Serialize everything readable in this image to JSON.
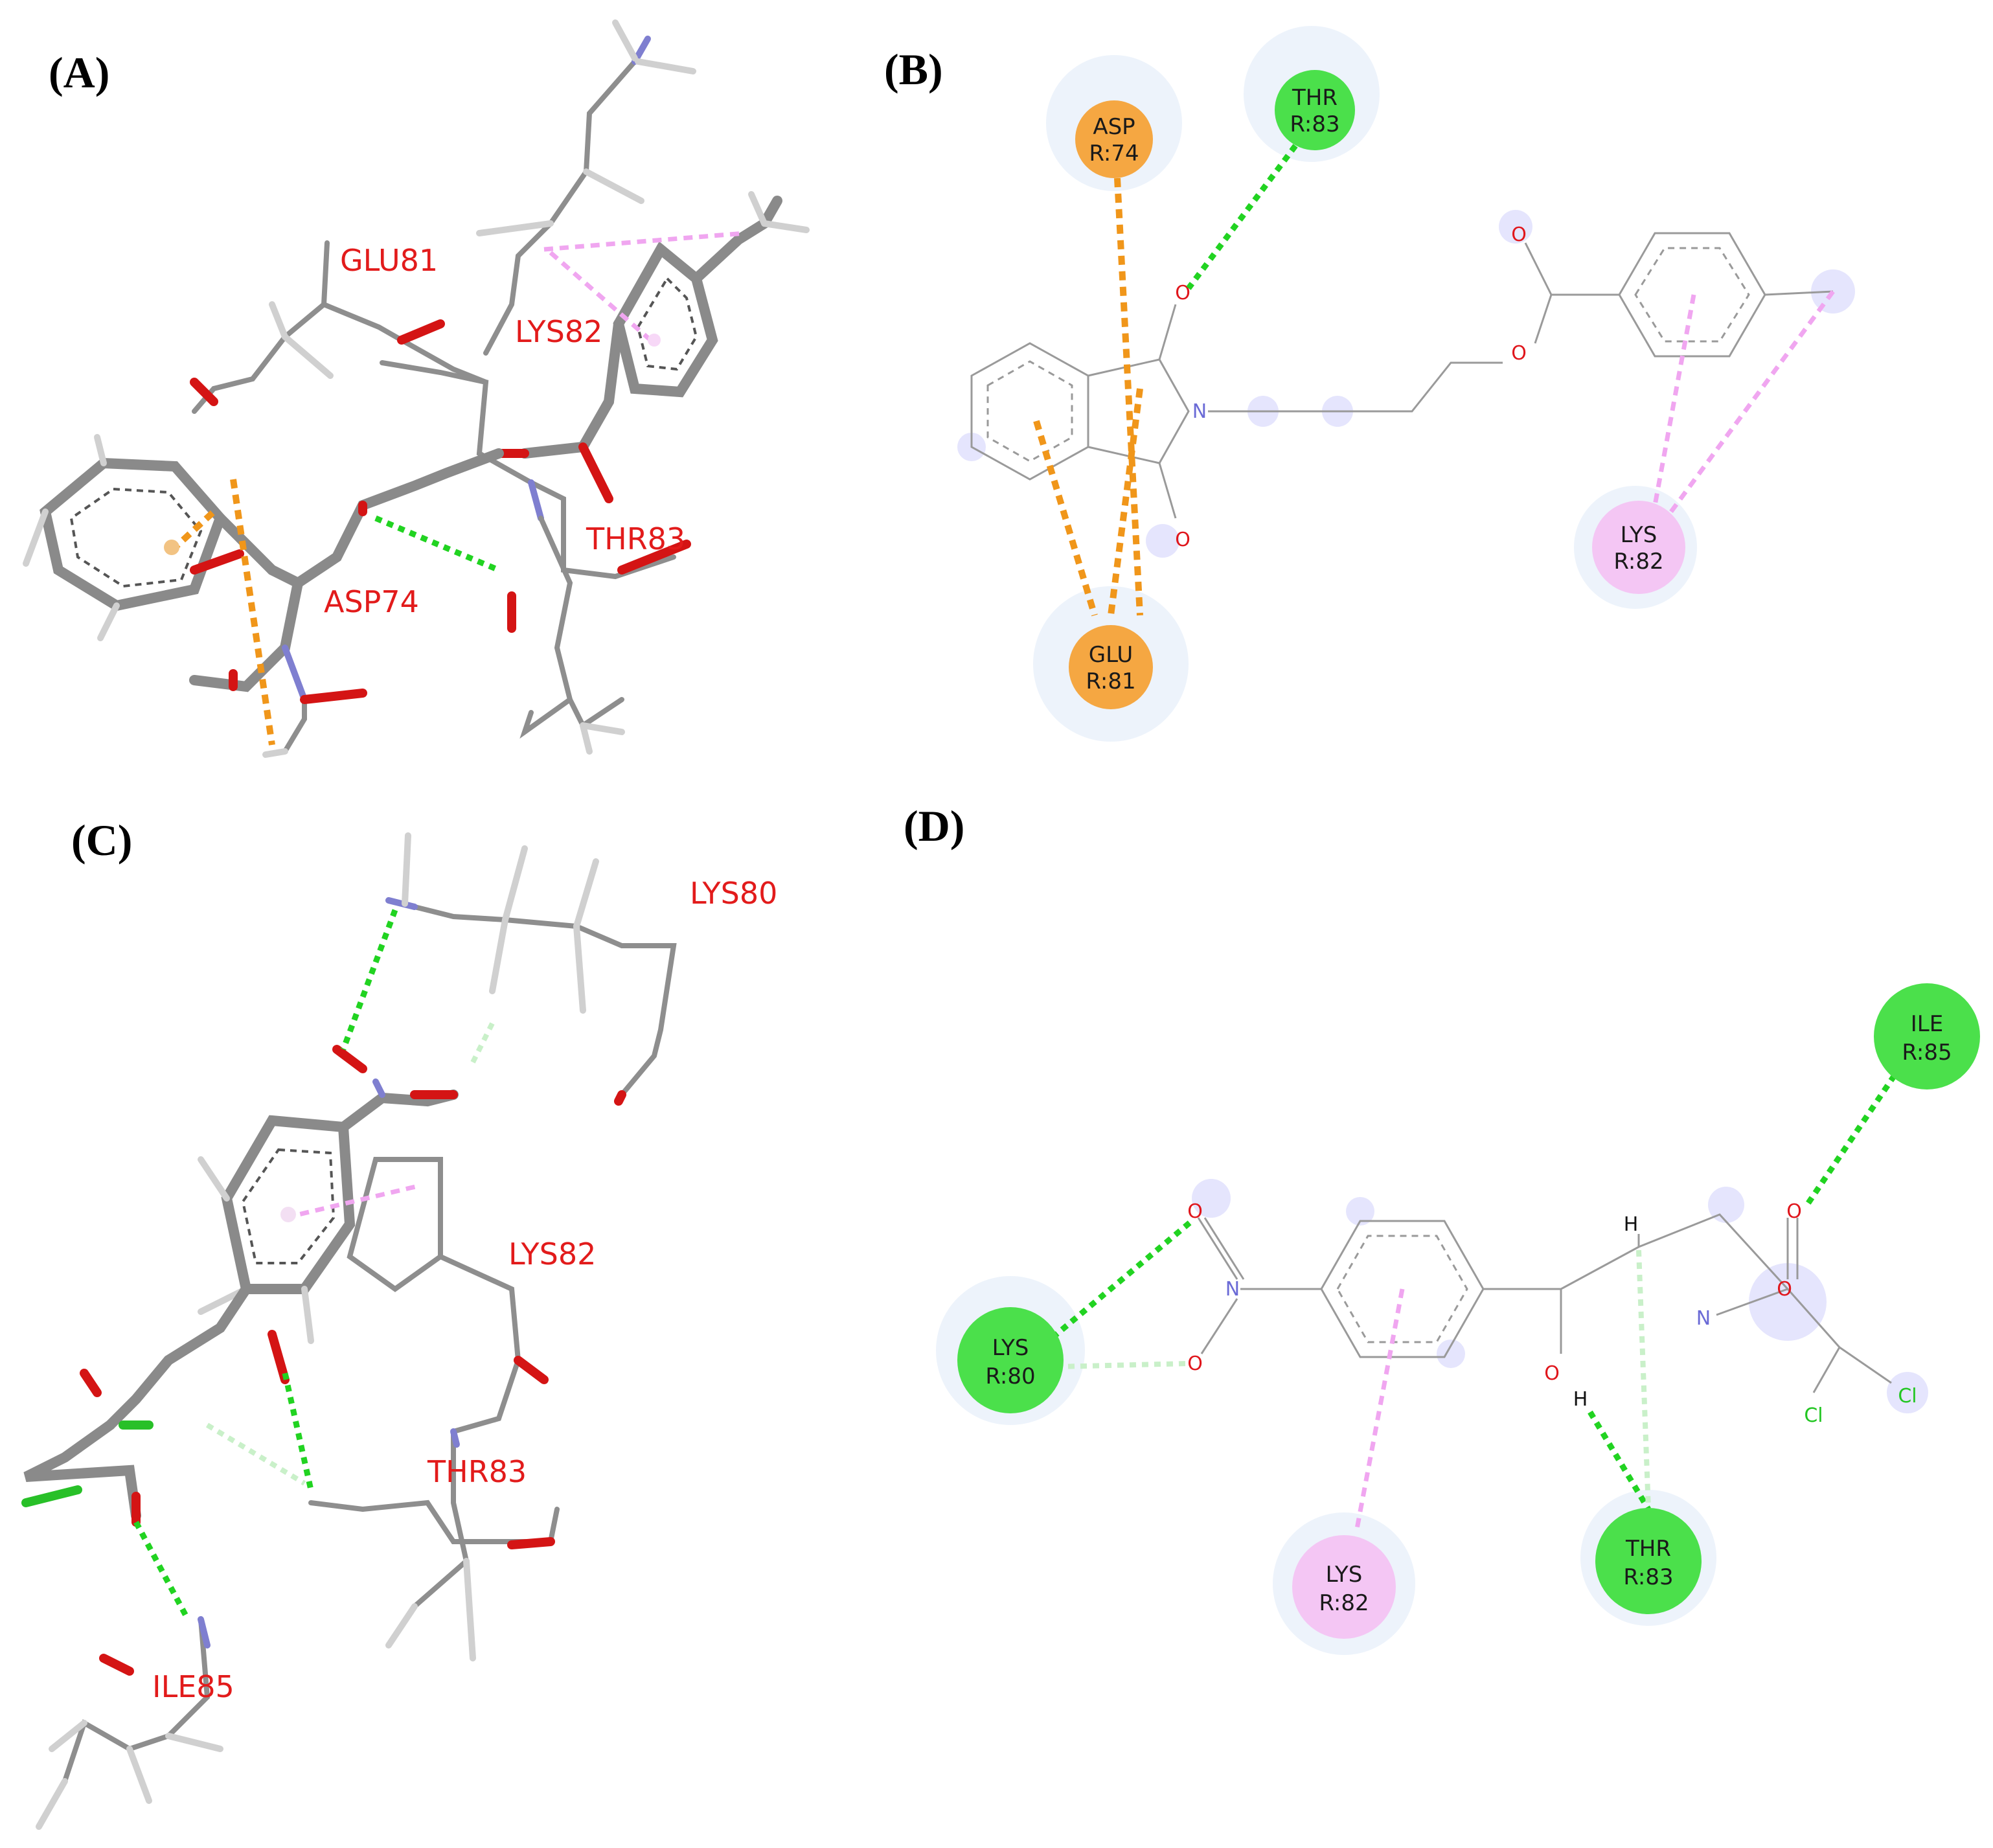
{
  "panels": {
    "a": {
      "label": "(A)",
      "residues": [
        "GLU81",
        "LYS82",
        "THR83",
        "ASP74"
      ]
    },
    "b": {
      "label": "(B)",
      "residues": [
        {
          "line1": "ASP",
          "line2": "R:74",
          "type": "pi-anion",
          "color": "#f5a742"
        },
        {
          "line1": "THR",
          "line2": "R:83",
          "type": "hbond",
          "color": "#4be04b"
        },
        {
          "line1": "GLU",
          "line2": "R:81",
          "type": "pi-anion",
          "color": "#f5a742"
        },
        {
          "line1": "LYS",
          "line2": "R:82",
          "type": "pi-alkyl",
          "color": "#f4c6f4"
        }
      ],
      "atoms": {
        "o": "O",
        "n": "N"
      }
    },
    "c": {
      "label": "(C)",
      "residues": [
        "LYS80",
        "LYS82",
        "THR83",
        "ILE85"
      ]
    },
    "d": {
      "label": "(D)",
      "residues": [
        {
          "line1": "ILE",
          "line2": "R:85",
          "type": "hbond",
          "color": "#4be04b"
        },
        {
          "line1": "LYS",
          "line2": "R:80",
          "type": "hbond",
          "color": "#4be04b"
        },
        {
          "line1": "LYS",
          "line2": "R:82",
          "type": "pi-alkyl",
          "color": "#f4c6f4"
        },
        {
          "line1": "THR",
          "line2": "R:83",
          "type": "hbond",
          "color": "#4be04b"
        }
      ],
      "atoms": {
        "o": "O",
        "n": "N",
        "h": "H",
        "cl": "Cl"
      }
    }
  }
}
